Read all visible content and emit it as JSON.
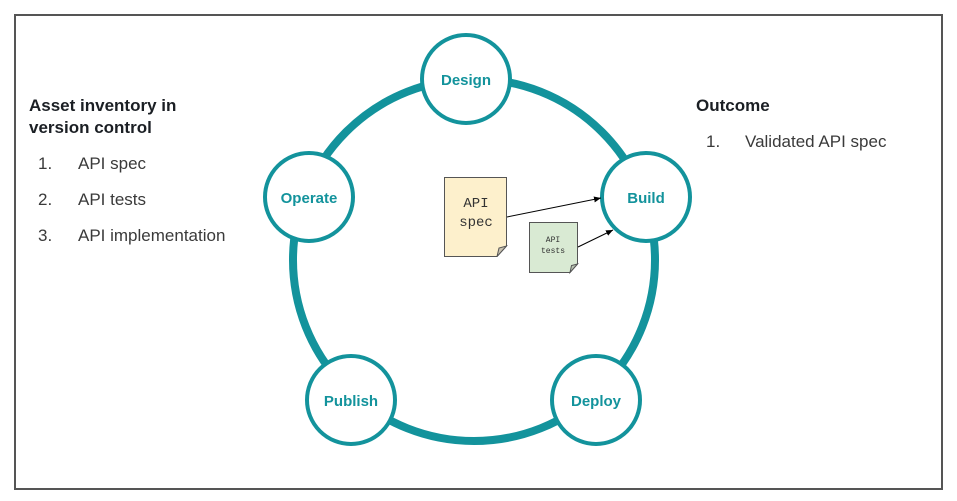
{
  "left_panel": {
    "title": "Asset inventory in version control",
    "items": [
      {
        "number": "1.",
        "label": "API spec"
      },
      {
        "number": "2.",
        "label": "API tests"
      },
      {
        "number": "3.",
        "label": "API implementation"
      }
    ]
  },
  "right_panel": {
    "title": "Outcome",
    "items": [
      {
        "number": "1.",
        "label": "Validated API spec"
      }
    ]
  },
  "cycle": {
    "stages": [
      {
        "id": "design",
        "label": "Design"
      },
      {
        "id": "build",
        "label": "Build"
      },
      {
        "id": "deploy",
        "label": "Deploy"
      },
      {
        "id": "publish",
        "label": "Publish"
      },
      {
        "id": "operate",
        "label": "Operate"
      }
    ],
    "active_stage": "Build"
  },
  "documents": [
    {
      "id": "api-spec",
      "line1": "API",
      "line2": "spec",
      "target": "Build"
    },
    {
      "id": "api-tests",
      "line1": "API",
      "line2": "tests",
      "target": "Build"
    }
  ],
  "colors": {
    "accent": "#13939c",
    "spec_doc_fill": "#fdf0cc",
    "tests_doc_fill": "#d9ead3",
    "title_text": "#1b1f24",
    "body_text": "#3a3a3a"
  }
}
